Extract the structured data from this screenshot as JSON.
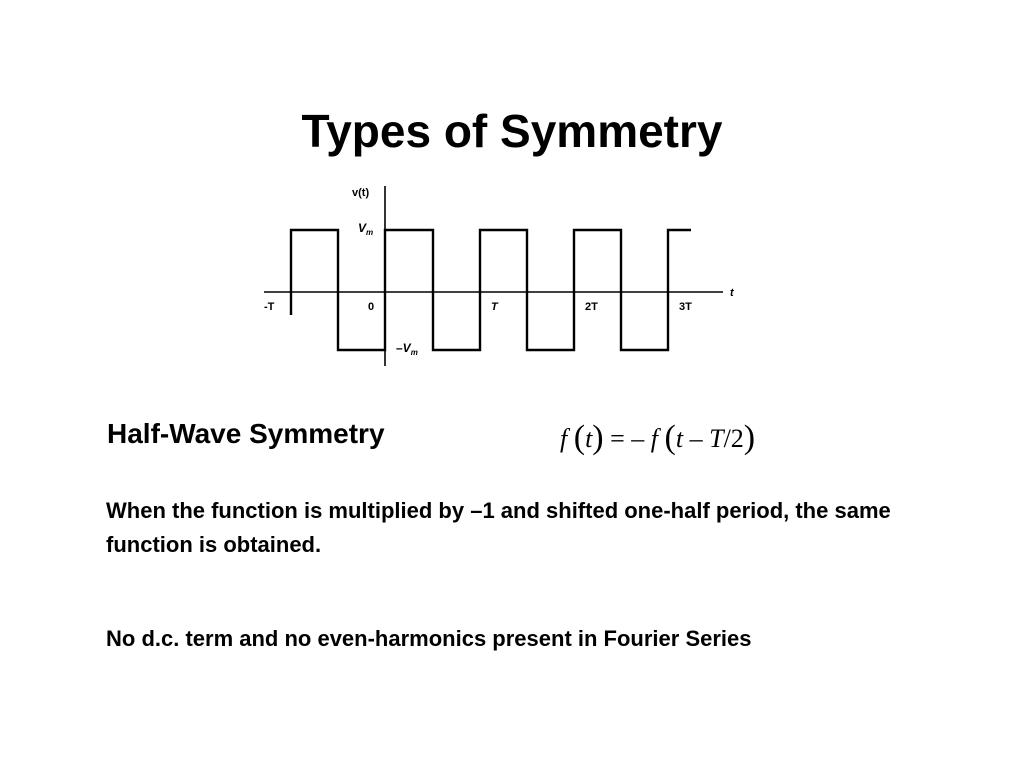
{
  "slide": {
    "title": "Types of Symmetry",
    "subtitle": "Half-Wave Symmetry",
    "paragraph1": "When the function is multiplied by –1 and shifted one-half period, the same function is obtained.",
    "paragraph2": "No d.c. term and no even-harmonics present in Fourier Series"
  },
  "formula": {
    "f1": "f",
    "t1": "t",
    "eq": "=",
    "neg": "–",
    "f2": "f",
    "t2": "t",
    "minus": "–",
    "T": "T",
    "slash": "/",
    "two": "2"
  },
  "diagram": {
    "y_axis_label": "v(t)",
    "x_axis_label": "t",
    "vm_label": "V",
    "vm_sub": "m",
    "neg_vm_label": "–V",
    "neg_vm_sub": "m",
    "tick_labels": [
      "-T",
      "0",
      "T",
      "2T",
      "3T"
    ],
    "amplitude": "Vm",
    "wave_type": "square",
    "stroke_color": "#000000"
  }
}
